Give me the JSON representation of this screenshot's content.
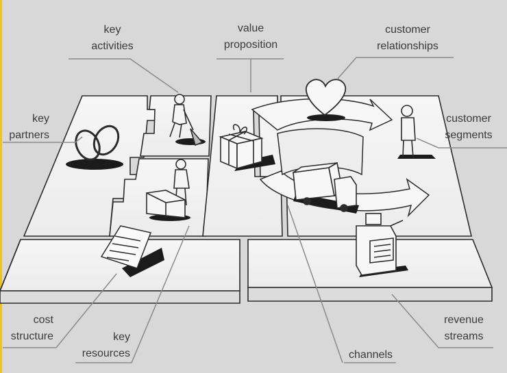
{
  "labels": {
    "key_activities": [
      "key",
      "activities"
    ],
    "value_proposition": [
      "value",
      "proposition"
    ],
    "customer_relationships": [
      "customer",
      "relationships"
    ],
    "key_partners": [
      "key",
      "partners"
    ],
    "customer_segments": [
      "customer",
      "segments"
    ],
    "cost_structure": [
      "cost",
      "structure"
    ],
    "key_resources": [
      "key",
      "resources"
    ],
    "channels": [
      "channels"
    ],
    "revenue_streams": [
      "revenue",
      "streams"
    ]
  },
  "icons": {
    "key_partners": "interlocking-rings-icon",
    "key_activities": "person-digging-icon",
    "key_resources": "person-with-boxes-icon",
    "value_proposition": "gift-box-icon",
    "customer_relationships": "heart-icon",
    "channels": "delivery-truck-icon",
    "customer_segments": "standing-person-icon",
    "cost_structure": "document-icon",
    "revenue_streams": "cash-register-icon"
  },
  "colors": {
    "background": "#d9d8d8",
    "tile": "#f2f2f2",
    "tile_edge": "#c9c9c9",
    "ink": "#2b2b2b",
    "leader_line": "#8a8a8a",
    "accent": "#f1c40f"
  }
}
